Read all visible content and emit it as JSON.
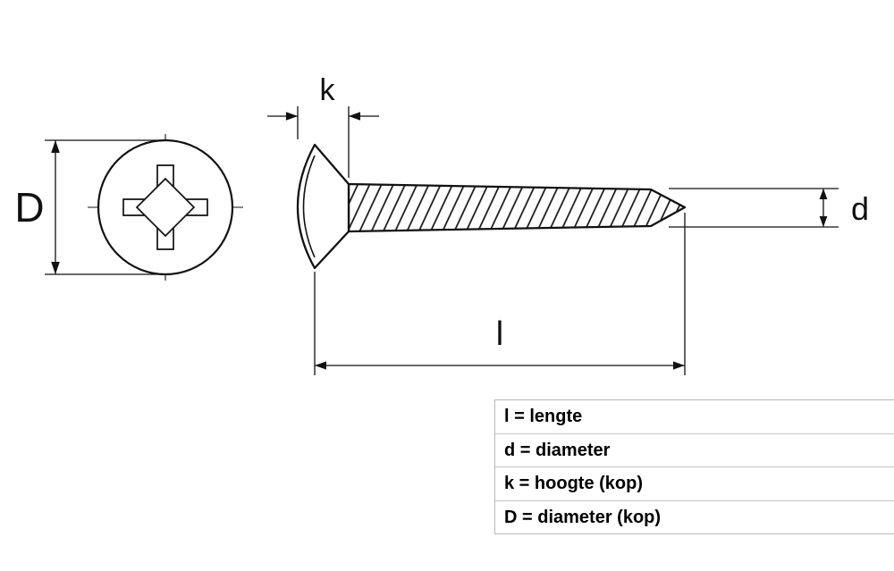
{
  "labels": {
    "k": "k",
    "d": "d",
    "D": "D",
    "l": "l"
  },
  "legend": {
    "rows": [
      "l = lengte",
      "d = diameter",
      "k = hoogte (kop)",
      "D = diameter (kop)"
    ]
  },
  "colors": {
    "line": "#111111",
    "table_border": "#b8b8b8",
    "background": "#ffffff"
  }
}
